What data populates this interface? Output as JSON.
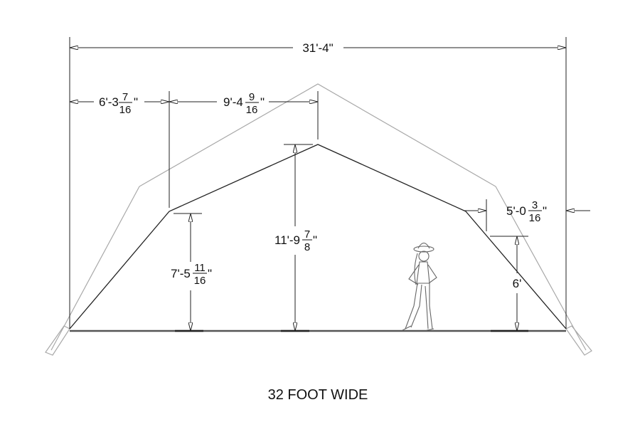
{
  "diagram": {
    "caption": "32 FOOT WIDE",
    "overall_width": "31'-4\"",
    "left_segment": {
      "whole": "6'-3",
      "num": "7",
      "den": "16",
      "mark": "\""
    },
    "center_segment": {
      "whole": "9'-4",
      "num": "9",
      "den": "16",
      "mark": "\""
    },
    "right_offset": {
      "whole": "5'-0",
      "num": "3",
      "den": "16",
      "mark": "\""
    },
    "eave_height": {
      "whole": "7'-5",
      "num": "11",
      "den": "16",
      "mark": "\""
    },
    "peak_height": {
      "whole": "11'-9",
      "num": "7",
      "den": "8",
      "mark": "\""
    },
    "side_height": "6'",
    "colors": {
      "line": "#222222",
      "outer_frame": "#a8a8a8"
    }
  }
}
